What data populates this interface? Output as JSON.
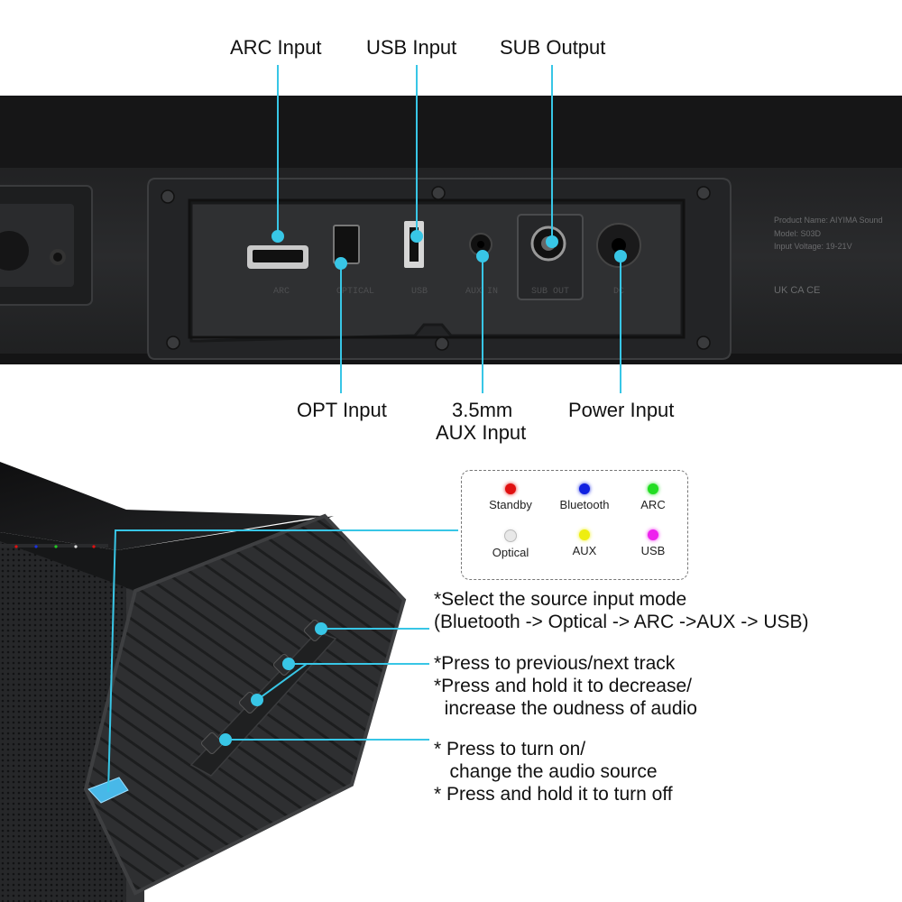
{
  "ports": {
    "arc": "ARC Input",
    "usb": "USB Input",
    "sub": "SUB Output",
    "opt": "OPT Input",
    "aux_line1": "3.5mm",
    "aux_line2": "AUX Input",
    "power": "Power Input"
  },
  "panel_marks": [
    "ARC",
    "OPTICAL",
    "USB",
    "AUX IN",
    "SUB OUT",
    "DC"
  ],
  "product_label": {
    "line1": "Product Name: AIYIMA Sound",
    "line2": "Model: S03D",
    "line3": "Input Voltage: 19-21V",
    "marks": "UK CA   CE"
  },
  "legend": {
    "items": [
      {
        "label": "Standby",
        "color": "#e01010"
      },
      {
        "label": "Bluetooth",
        "color": "#1020e0"
      },
      {
        "label": "ARC",
        "color": "#22dd22"
      },
      {
        "label": "Optical",
        "color": "#e8e8e8"
      },
      {
        "label": "AUX",
        "color": "#eeee10"
      },
      {
        "label": "USB",
        "color": "#ee22ee"
      }
    ]
  },
  "descriptions": {
    "source_line1": "*Select the source input mode",
    "source_line2": "(Bluetooth -> Optical -> ARC ->AUX -> USB)",
    "track_line1": "*Press to previous/next track",
    "track_line2": "*Press and hold it to decrease/",
    "track_line3": "  increase the oudness of audio",
    "power_line1": "* Press to turn on/",
    "power_line2": "   change the audio source",
    "power_line3": "* Press and hold it to turn off"
  },
  "colors": {
    "accent": "#38c6e6",
    "device_dark": "#1c1d1f",
    "panel": "#2b2c2e"
  }
}
